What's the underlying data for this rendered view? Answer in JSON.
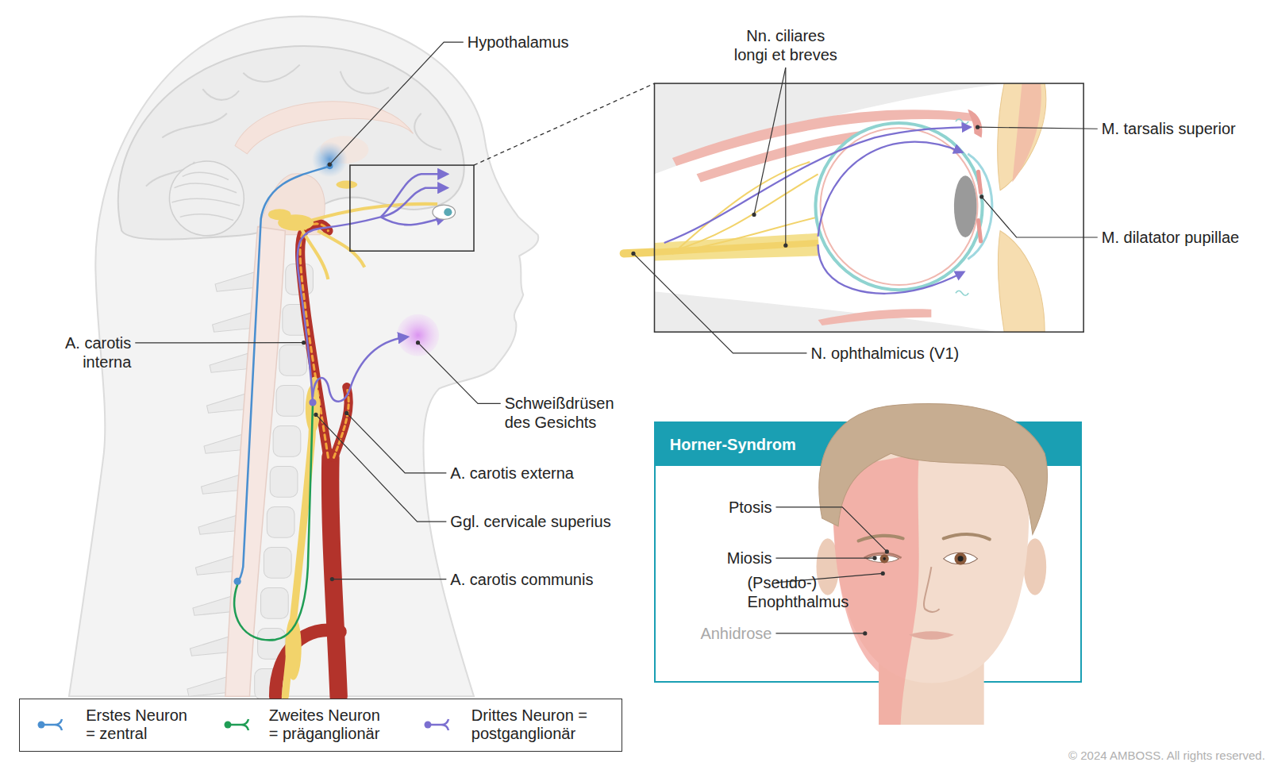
{
  "diagram": {
    "nodes": [
      {
        "text": [
          "Horner-Syndrom"
        ]
      }
    ],
    "labels": [
      "Hypothalamus",
      "Nn. ciliares longi et breves",
      "M. tarsalis superior",
      "M. dilatator pupillae",
      "N. ophthalmicus (V1)",
      "A. carotis interna",
      "Schweißdrüsen des Gesichts",
      "A. carotis externa",
      "Ggl. cervicale superius",
      "A. carotis communis",
      "Ptosis",
      "Miosis",
      "(Pseudo-) Enophthalmus",
      "Anhidrose",
      "© 2024 AMBOSS. All rights reserved."
    ],
    "legend": [
      {
        "text": "Erstes Neuron = zentral"
      },
      {
        "text": "Zweites Neuron = präganglionär"
      },
      {
        "text": "Drittes Neuron = postganglionär"
      }
    ]
  }
}
